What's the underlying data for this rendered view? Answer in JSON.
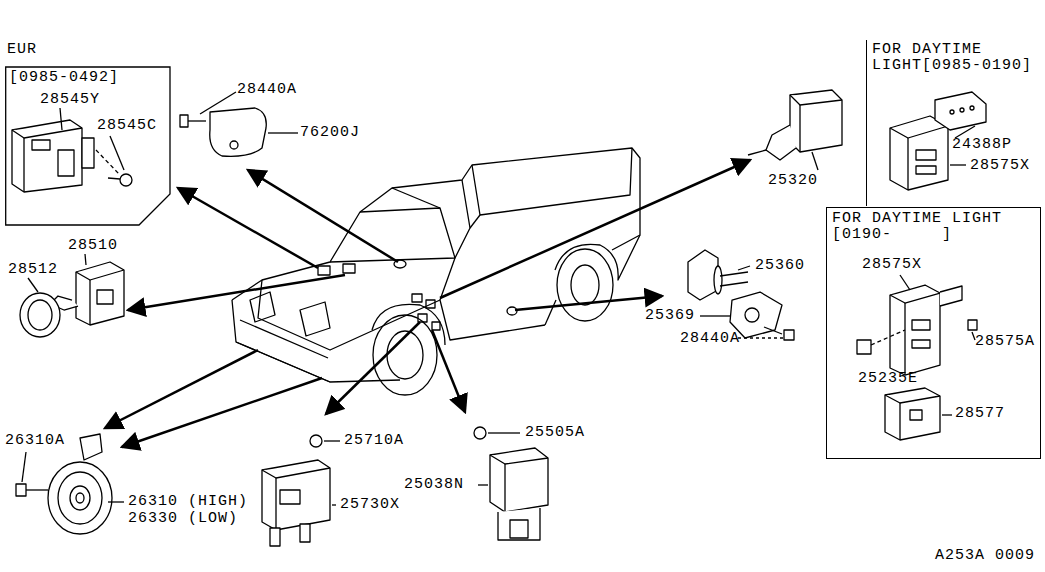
{
  "diagram": {
    "nodes": [
      {
        "text": [
          "EUR",
          "[0985-0492]"
        ]
      },
      {
        "text": [
          "FOR DAYTIME LIGHT[0985-0190]"
        ]
      },
      {
        "text": [
          "FOR DAYTIME LIGHT [0190-     ]"
        ]
      }
    ],
    "labels": [
      "28440A",
      "76200J",
      "28545Y",
      "28545C",
      "28510",
      "28512",
      "26310A",
      "26310 (HIGH)",
      "26330 (LOW)",
      "25710A",
      "25730X",
      "25505A",
      "25038N",
      "25320",
      "25360",
      "25369",
      "28440A",
      "24388P",
      "28575X",
      "28575X",
      "28575A",
      "25235E",
      "28577",
      "A253A 0009"
    ]
  }
}
